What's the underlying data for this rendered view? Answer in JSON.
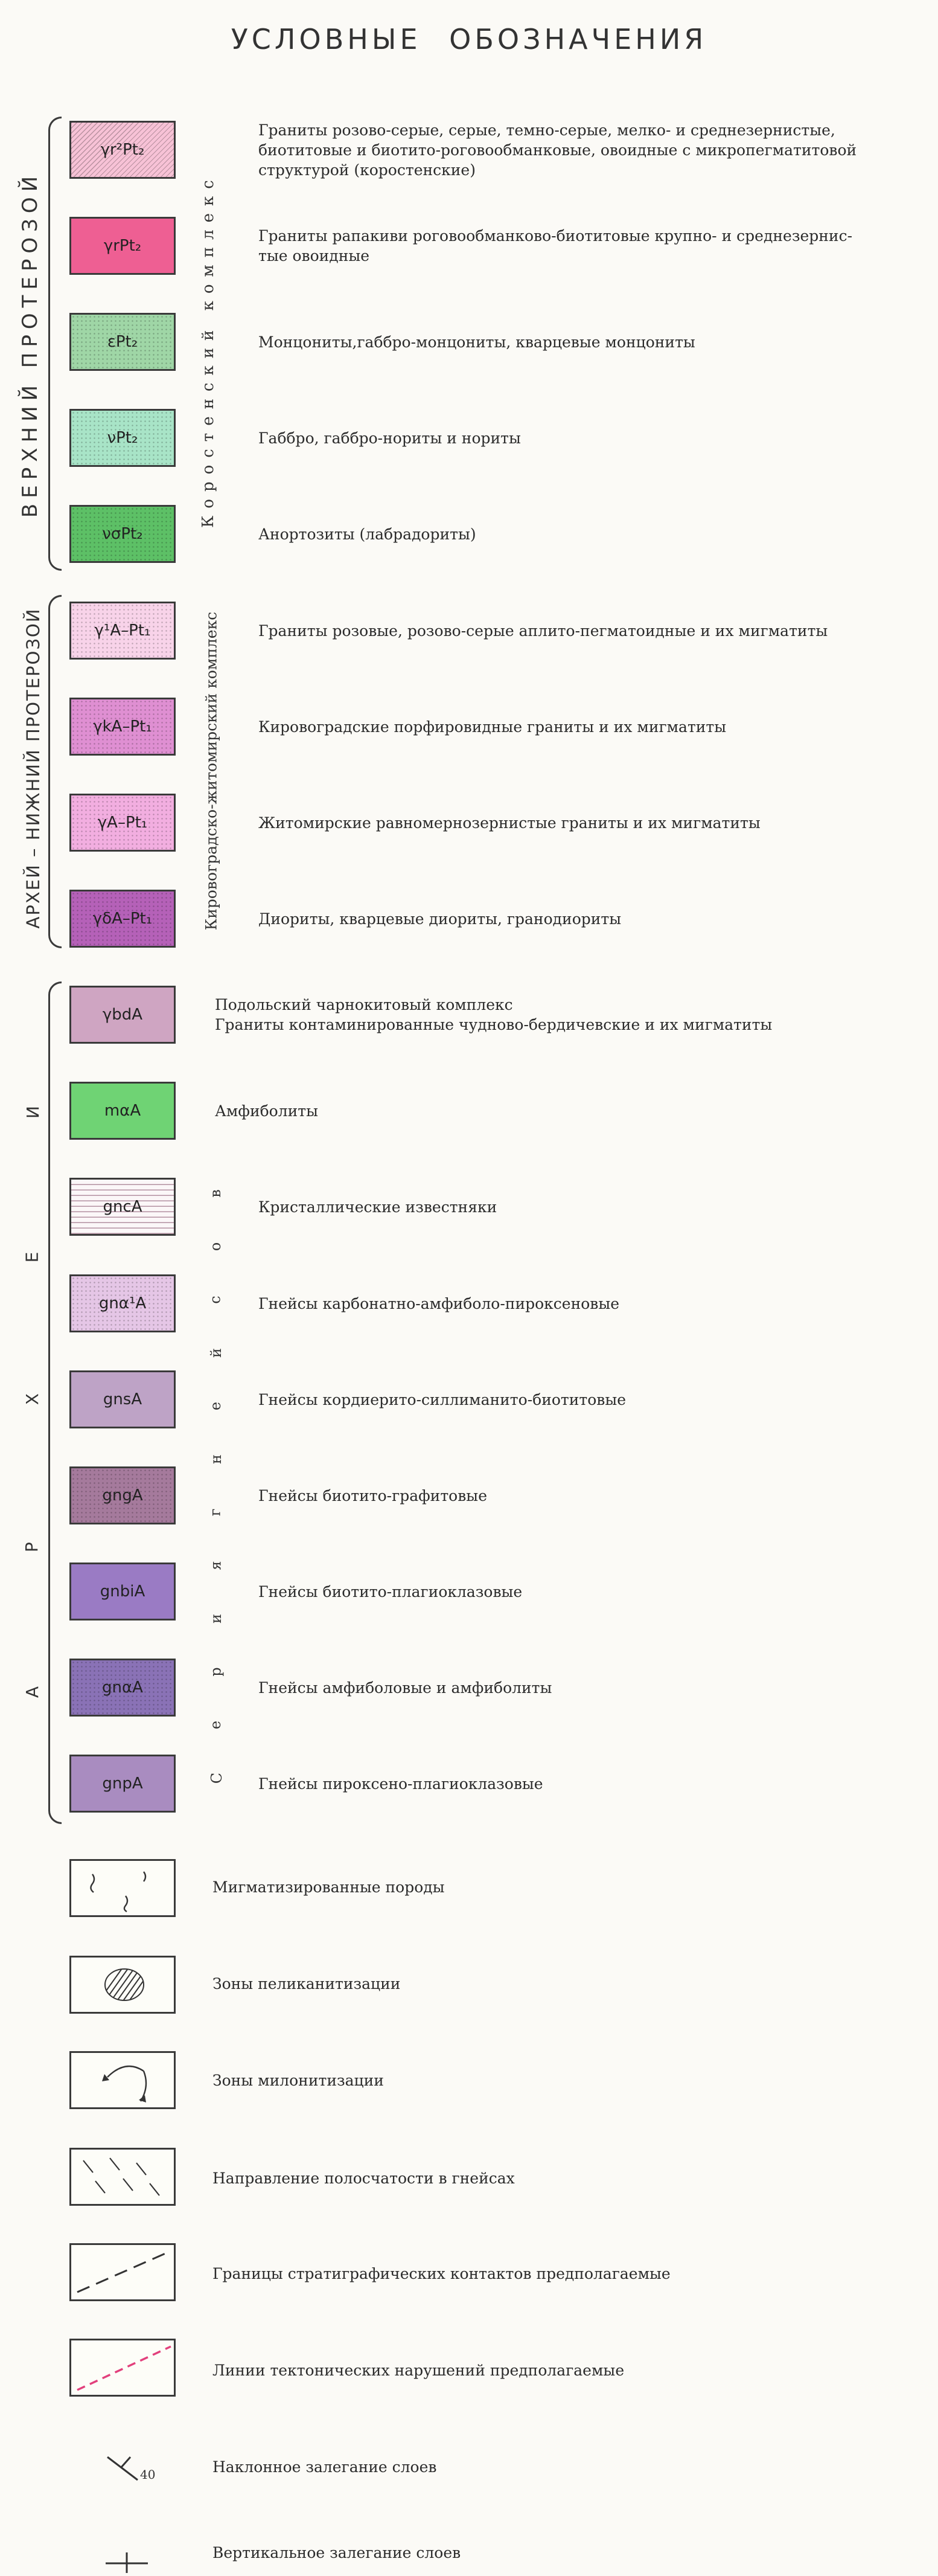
{
  "title": "УСЛОВНЫЕ ОБОЗНАЧЕНИЯ",
  "groups": {
    "upper_proterozoic": "ВЕРХНИЙ ПРОТЕРОЗОЙ",
    "korosten_complex": "Коростенский комплекс",
    "archean_lower_proterozoic": "АРХЕЙ – НИЖНИЙ ПРОТЕРОЗОЙ",
    "kirovograd_zhitomir_complex": "Кировоградско-житомирский комплекс",
    "archean_letters": [
      "А",
      "Р",
      "Х",
      "Е",
      "И"
    ],
    "gneiss_series_letters": [
      "С",
      "е",
      "р",
      "и",
      "я",
      "г",
      "н",
      "е",
      "й",
      "с",
      "о",
      "в"
    ]
  },
  "legend": [
    {
      "code": "γr²Pt₂",
      "color": "#f7c2d6",
      "text": [
        "Граниты розово-серые, серые, темно-серые, мелко- и среднезернистые,",
        "биотитовые и биотито-роговообманковые, овоидные с микропегматитовой",
        "структурой (коростенские)"
      ]
    },
    {
      "code": "γrPt₂",
      "color": "#ee5f93",
      "text": [
        "Граниты рапакиви роговообманково-биотитовые крупно- и среднезернис-",
        "тые овоидные"
      ]
    },
    {
      "code": "εPt₂",
      "color": "#9fd6a6",
      "text": [
        "Монцониты,габбро-монцониты, кварцевые монцониты"
      ]
    },
    {
      "code": "νPt₂",
      "color": "#a8e4c7",
      "text": [
        "Габбро, габбро-нориты и нориты"
      ]
    },
    {
      "code": "νσPt₂",
      "color": "#5dc066",
      "text": [
        "Анортозиты (лабрадориты)"
      ]
    },
    {
      "code": "γ¹A–Pt₁",
      "color": "#f8d3e9",
      "text": [
        "Граниты розовые, розово-серые аплито-пегматоидные и их мигматиты"
      ]
    },
    {
      "code": "γkA–Pt₁",
      "color": "#df8fd2",
      "text": [
        "Кировоградские порфировидные граниты и их мигматиты"
      ]
    },
    {
      "code": "γA–Pt₁",
      "color": "#f2aee0",
      "text": [
        "Житомирские равномернозернистые граниты и их мигматиты"
      ]
    },
    {
      "code": "γδA–Pt₁",
      "color": "#b561b8",
      "text": [
        "Диориты, кварцевые диориты, гранодиориты"
      ]
    },
    {
      "code": "γbdA",
      "color": "#cfa5c2",
      "text": [
        "Подольский чарнокитовый комплекс",
        "Граниты контаминированные чудново-бердичевские и их мигматиты"
      ]
    },
    {
      "code": "mαA",
      "color": "#6fd374",
      "text": [
        "Амфиболиты"
      ]
    },
    {
      "code": "gncA",
      "color": "#fbf7f8",
      "text": [
        "Кристаллические известняки"
      ]
    },
    {
      "code": "gnα¹A",
      "color": "#e5c6e6",
      "text": [
        "Гнейсы карбонатно-амфиболо-пироксеновые"
      ]
    },
    {
      "code": "gnsA",
      "color": "#bea3c6",
      "text": [
        "Гнейсы кордиерито-силлиманито-биотитовые"
      ]
    },
    {
      "code": "gngA",
      "color": "#a57a9c",
      "text": [
        "Гнейсы биотито-графитовые"
      ]
    },
    {
      "code": "gnbiA",
      "color": "#9a7bc4",
      "text": [
        "Гнейсы биотито-плагиоклазовые"
      ]
    },
    {
      "code": "gnαA",
      "color": "#8a72b6",
      "text": [
        "Гнейсы амфиболовые и амфиболиты"
      ]
    },
    {
      "code": "gnpA",
      "color": "#a98cc0",
      "text": [
        "Гнейсы пироксено-плагиоклазовые"
      ]
    }
  ],
  "symbols": [
    {
      "name": "migmatized",
      "text": "Мигматизированные породы"
    },
    {
      "name": "pelikanitization",
      "text": "Зоны пеликанитизации"
    },
    {
      "name": "mylonitization",
      "text": "Зоны милонитизации"
    },
    {
      "name": "banding",
      "text": "Направление полосчатости в гнейсах"
    },
    {
      "name": "strat-contacts",
      "text": "Границы стратиграфических контактов предполагаемые"
    },
    {
      "name": "tectonic-faults",
      "text": "Линии тектонических нарушений предполагаемые"
    },
    {
      "name": "inclined-bedding",
      "text": "Наклонное залегание слоев",
      "value": "40"
    },
    {
      "name": "vertical-bedding",
      "text": "Вертикальное залегание слоев"
    }
  ]
}
